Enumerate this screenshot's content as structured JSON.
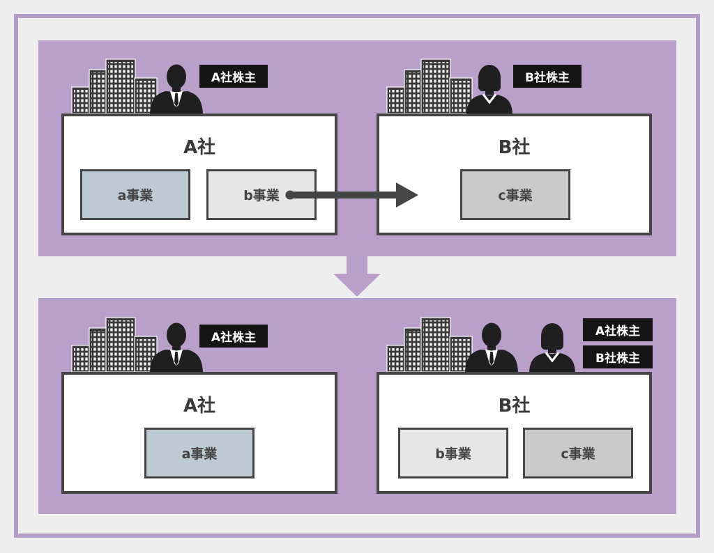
{
  "colors": {
    "background": "#eeeeee",
    "frame": "#b59dc8",
    "panel": "#b8a0ca",
    "box_border": "#454545",
    "box_fill": "#ffffff",
    "label_bg": "#151515",
    "label_text": "#ffffff",
    "title_text": "#3a3a3a",
    "business_text": "#444444",
    "business_a": "#bccad4",
    "business_b": "#e6e6e6",
    "business_c": "#cacaca",
    "arrow": "#454545"
  },
  "icons": {
    "buildings": "building-cluster-icon",
    "male_shareholder": "businessman-icon",
    "female_shareholder": "businesswoman-icon",
    "transfer": "right-arrow-icon",
    "step": "down-arrow-icon"
  },
  "before": {
    "company_a": {
      "name": "A社",
      "shareholders": [
        "A社株主"
      ],
      "businesses": [
        "a事業",
        "b事業"
      ]
    },
    "company_b": {
      "name": "B社",
      "shareholders": [
        "B社株主"
      ],
      "businesses": [
        "c事業"
      ]
    }
  },
  "after": {
    "company_a": {
      "name": "A社",
      "shareholders": [
        "A社株主"
      ],
      "businesses": [
        "a事業"
      ]
    },
    "company_b": {
      "name": "B社",
      "shareholders": [
        "A社株主",
        "B社株主"
      ],
      "businesses": [
        "b事業",
        "c事業"
      ]
    }
  }
}
